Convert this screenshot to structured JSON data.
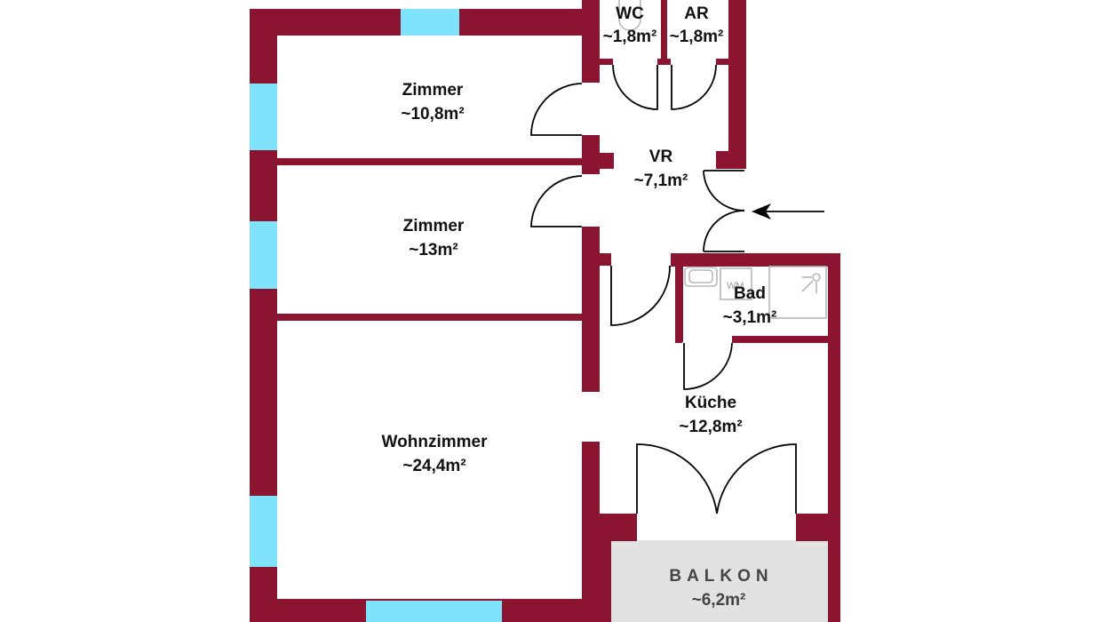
{
  "plan": {
    "title": "Floor plan",
    "colors": {
      "wall": "#8b1530",
      "window": "#7fe3fb",
      "balcony": "#e2e2e2"
    },
    "rooms": {
      "wc": {
        "name": "WC",
        "area": "~1,8m²"
      },
      "ar": {
        "name": "AR",
        "area": "~1,8m²"
      },
      "zimmer1": {
        "name": "Zimmer",
        "area": "~10,8m²"
      },
      "vr": {
        "name": "VR",
        "area": "~7,1m²"
      },
      "zimmer2": {
        "name": "Zimmer",
        "area": "~13m²"
      },
      "bad": {
        "name": "Bad",
        "area": "~3,1m²"
      },
      "kueche": {
        "name": "Küche",
        "area": "~12,8m²"
      },
      "wohnzimmer": {
        "name": "Wohnzimmer",
        "area": "~24,4m²"
      },
      "balkon": {
        "name": "BALKON",
        "area": "~6,2m²"
      }
    },
    "fixtures": {
      "washing_machine": "WM"
    },
    "entrance": "entrance-arrow"
  }
}
